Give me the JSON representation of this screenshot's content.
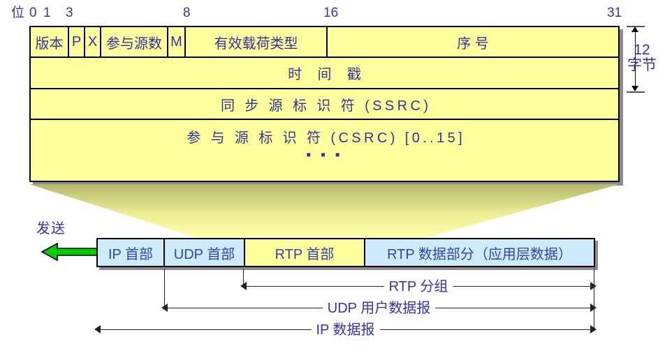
{
  "diagram": {
    "title": "RTP 首部格式与封装",
    "colors": {
      "header_fill": "#ffff9e",
      "packet_fill": "#cfeafb",
      "text": "#333399",
      "arrow_green": "#00cc00",
      "funnel_top": "#b4b86b",
      "funnel_bottom": "#ffff9e"
    }
  },
  "bit_ruler": {
    "prefix": "位",
    "ticks": [
      "0",
      "1",
      "3",
      "8",
      "16",
      "31"
    ]
  },
  "rtp_header": {
    "rows": [
      {
        "name": "row-1",
        "cells": [
          {
            "label": "版本"
          },
          {
            "label": "P"
          },
          {
            "label": "X"
          },
          {
            "label": "参与源数"
          },
          {
            "label": "M"
          },
          {
            "label": "有效载荷类型"
          },
          {
            "label": "序      号"
          }
        ]
      },
      {
        "name": "row-2",
        "cells": [
          {
            "label": "时  间  戳"
          }
        ]
      },
      {
        "name": "row-3",
        "cells": [
          {
            "label": "同 步 源 标 识 符 (SSRC)"
          }
        ]
      },
      {
        "name": "row-4",
        "cells": [
          {
            "label": "参 与 源 标 识 符 (CSRC) [0..15]"
          }
        ],
        "continuation": "▪ ▪ ▪"
      }
    ],
    "size_annotation": {
      "value": "12",
      "unit": "字节"
    }
  },
  "encapsulation": {
    "send_label": "发送",
    "cells": [
      {
        "label": "IP 首部",
        "fill": "blue"
      },
      {
        "label": "UDP 首部",
        "fill": "blue"
      },
      {
        "label": "RTP 首部",
        "fill": "yellow"
      },
      {
        "label": "RTP 数据部分（应用层数据）",
        "fill": "blue"
      }
    ],
    "measures": [
      {
        "label": "RTP 分组"
      },
      {
        "label": "UDP 用户数据报"
      },
      {
        "label": "IP 数据报"
      }
    ]
  }
}
